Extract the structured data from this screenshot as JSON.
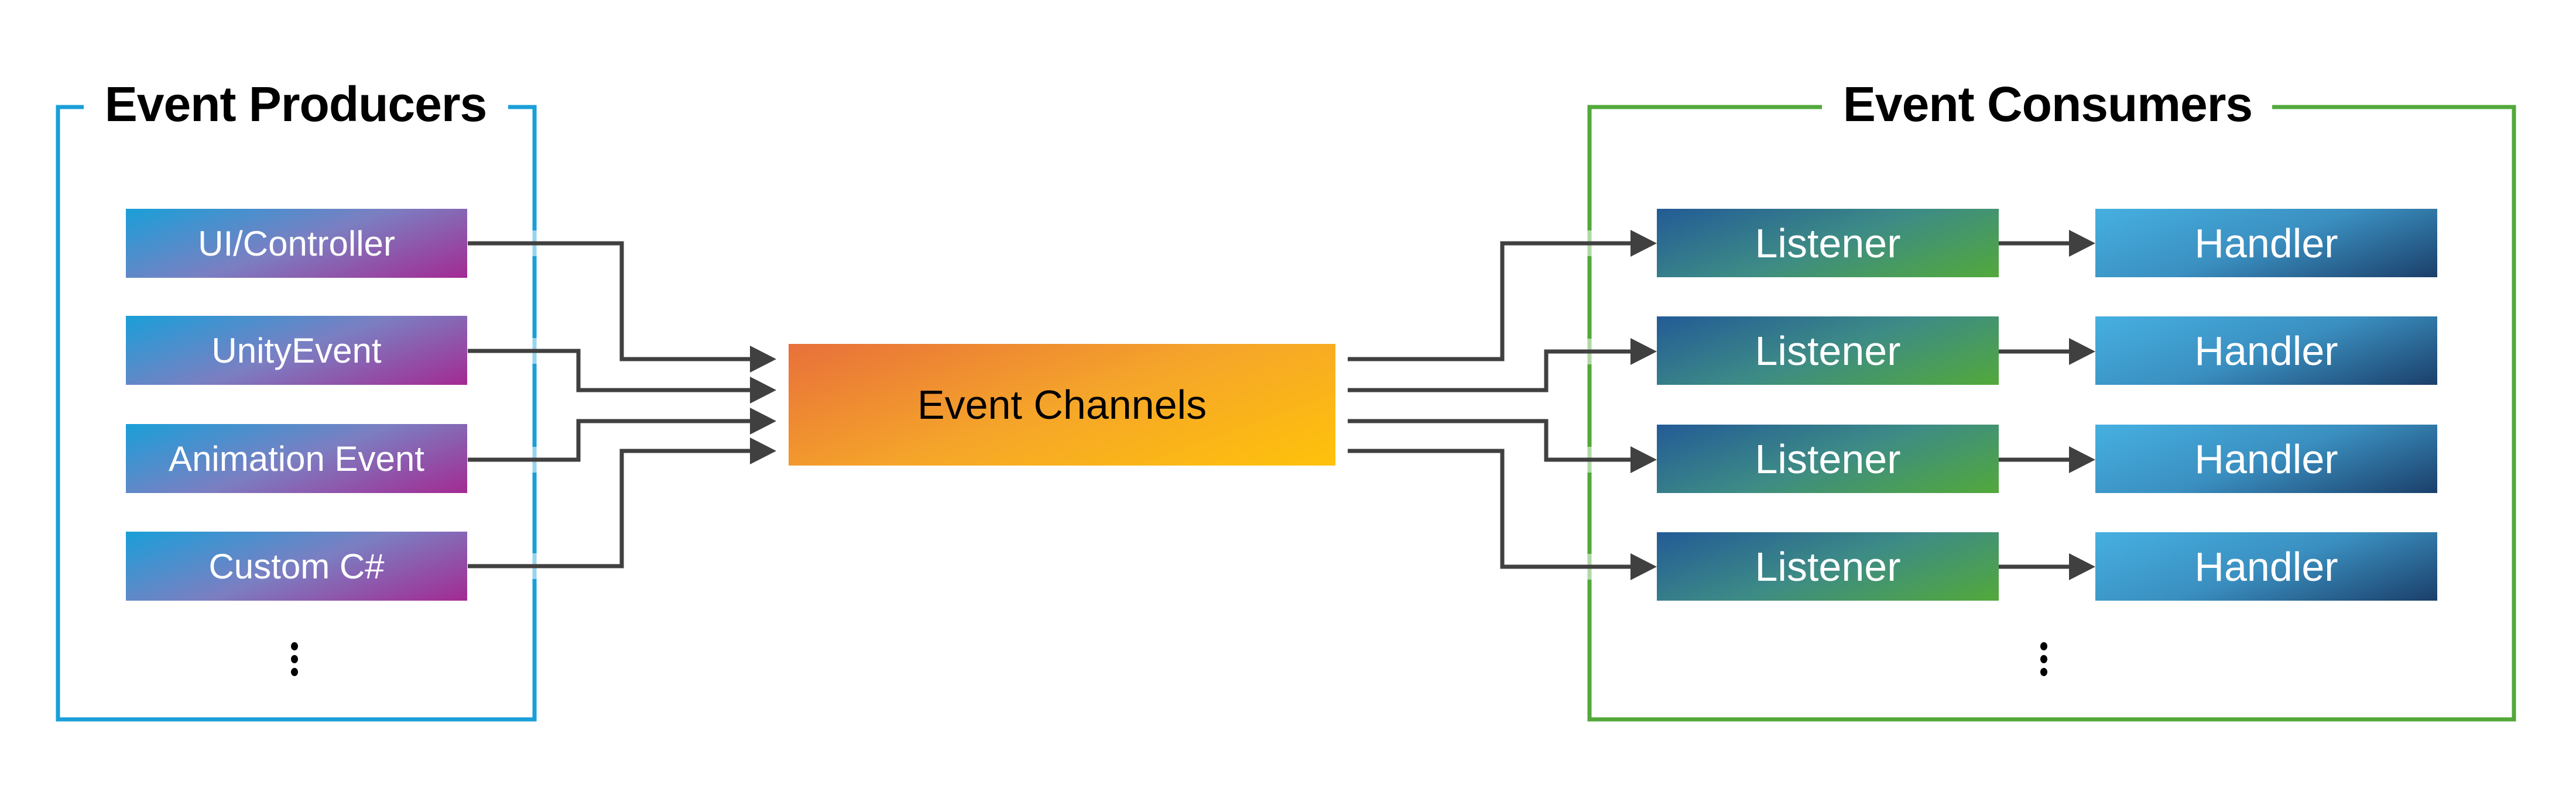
{
  "diagram": {
    "type": "event-architecture",
    "producers": {
      "title": "Event Producers",
      "border_color": "#1a9fd8",
      "items": [
        {
          "label": "UI/Controller"
        },
        {
          "label": "UnityEvent"
        },
        {
          "label": "Animation Event"
        },
        {
          "label": "Custom C#"
        }
      ],
      "more_indicator": "ellipsis-icon"
    },
    "channel": {
      "label": "Event Channels"
    },
    "consumers": {
      "title": "Event Consumers",
      "border_color": "#52a93a",
      "rows": [
        {
          "listener": "Listener",
          "handler": "Handler"
        },
        {
          "listener": "Listener",
          "handler": "Handler"
        },
        {
          "listener": "Listener",
          "handler": "Handler"
        },
        {
          "listener": "Listener",
          "handler": "Handler"
        }
      ],
      "more_indicator": "ellipsis-icon"
    },
    "connections": [
      {
        "from": "UI/Controller",
        "to": "Event Channels"
      },
      {
        "from": "UnityEvent",
        "to": "Event Channels"
      },
      {
        "from": "Animation Event",
        "to": "Event Channels"
      },
      {
        "from": "Custom C#",
        "to": "Event Channels"
      },
      {
        "from": "Event Channels",
        "to": "Listener 1"
      },
      {
        "from": "Event Channels",
        "to": "Listener 2"
      },
      {
        "from": "Event Channels",
        "to": "Listener 3"
      },
      {
        "from": "Event Channels",
        "to": "Listener 4"
      },
      {
        "from": "Listener 1",
        "to": "Handler 1"
      },
      {
        "from": "Listener 2",
        "to": "Handler 2"
      },
      {
        "from": "Listener 3",
        "to": "Handler 3"
      },
      {
        "from": "Listener 4",
        "to": "Handler 4"
      }
    ],
    "colors": {
      "arrow": "#404040",
      "producer_gradient": [
        "#1a9fd8",
        "#a32a93"
      ],
      "listener_gradient": [
        "#235b96",
        "#52a93a"
      ],
      "handler_gradient": [
        "#46b0e1",
        "#1b3f6a"
      ],
      "channel_gradient": [
        "#e8703a",
        "#ffc20a"
      ]
    }
  }
}
